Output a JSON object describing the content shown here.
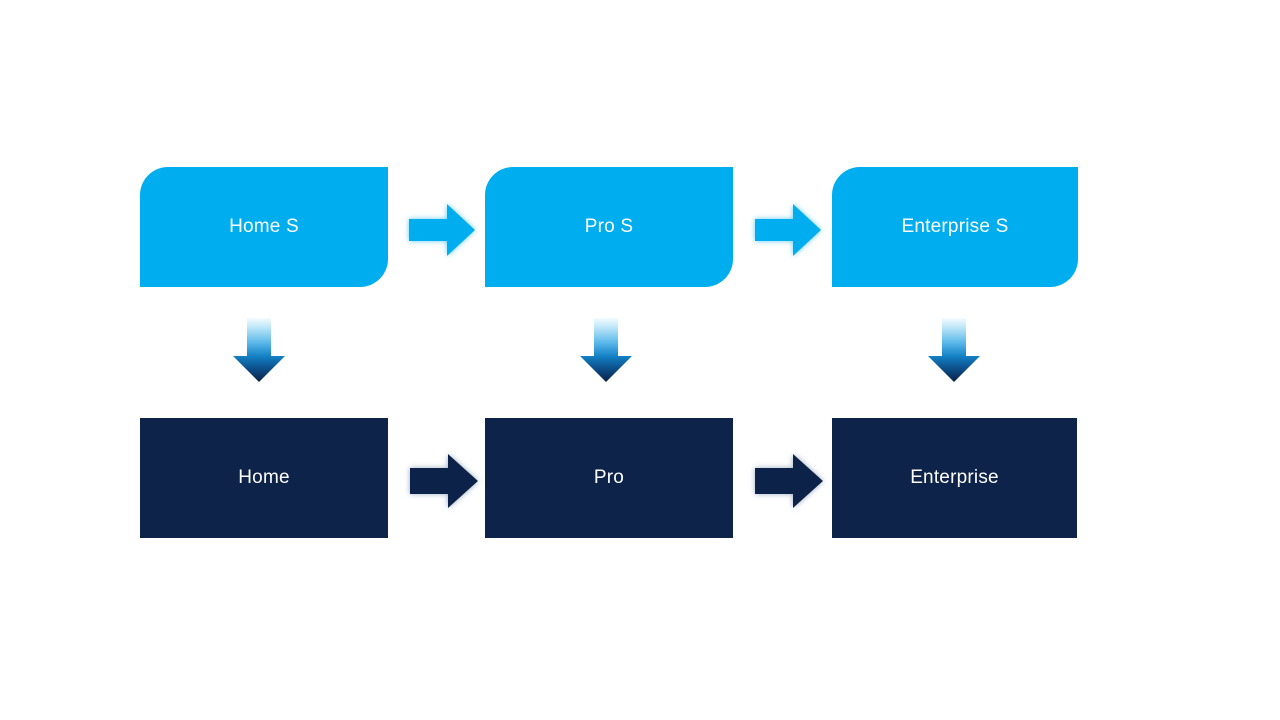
{
  "diagram": {
    "title": "product-edition-flow",
    "top_row": [
      {
        "label": "Home S"
      },
      {
        "label": "Pro S"
      },
      {
        "label": "Enterprise S"
      }
    ],
    "bottom_row": [
      {
        "label": "Home"
      },
      {
        "label": "Pro"
      },
      {
        "label": "Enterprise"
      }
    ]
  },
  "icons": {
    "right_arrow_light": "right-arrow",
    "right_arrow_dark": "right-arrow",
    "down_arrow": "down-arrow"
  },
  "colors": {
    "light_blue": "#00AEEF",
    "dark_navy": "#0D2349",
    "text_color": "#FFFFFF",
    "background": "#FFFFFF",
    "glow_light": "#5BC8F0",
    "glow_dark": "#8FA3BC",
    "down_gradient_0": "#F4FBFE",
    "down_gradient_1": "#BCE6F8",
    "down_gradient_2": "#55B5E8",
    "down_gradient_3": "#1380C4",
    "down_gradient_4": "#0D518D",
    "down_gradient_5": "#0A2145"
  }
}
